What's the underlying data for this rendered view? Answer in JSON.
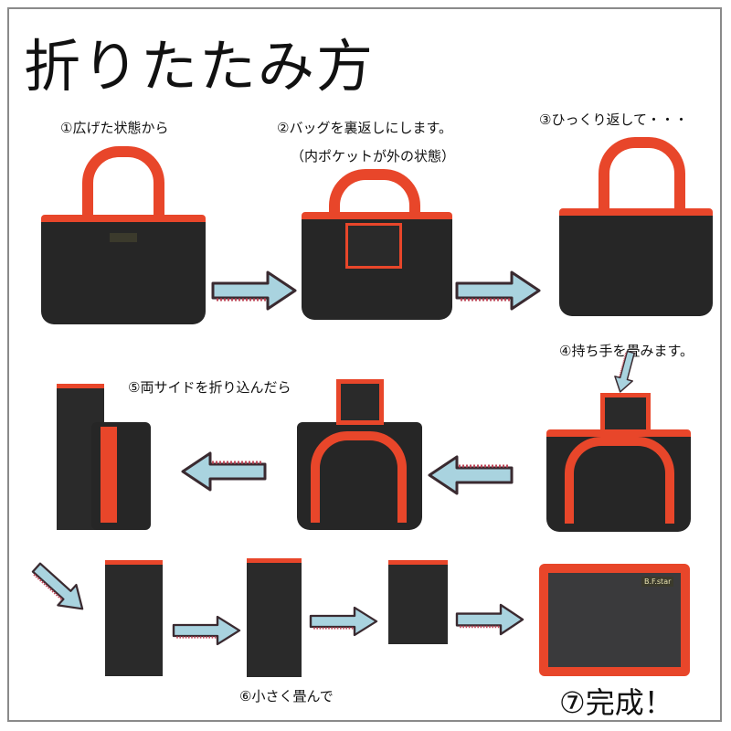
{
  "title": "折りたたみ方",
  "steps": {
    "s1": "①広げた状態から",
    "s2": "②バッグを裏返しにします。",
    "s2_note": "（内ポケットが外の状態）",
    "s3": "③ひっくり返して・・・",
    "s4": "④持ち手を畳みます。",
    "s5": "⑤両サイドを折り込んだら",
    "s6": "⑥小さく畳んで",
    "s7": "⑦完成！"
  },
  "brand_label": "B.F.star",
  "colors": {
    "accent": "#e8462a",
    "bag": "#262626",
    "arrow_fill": "#a9d3df",
    "arrow_outline": "#3a2a30",
    "arrow_hatch": "#c0485a"
  }
}
